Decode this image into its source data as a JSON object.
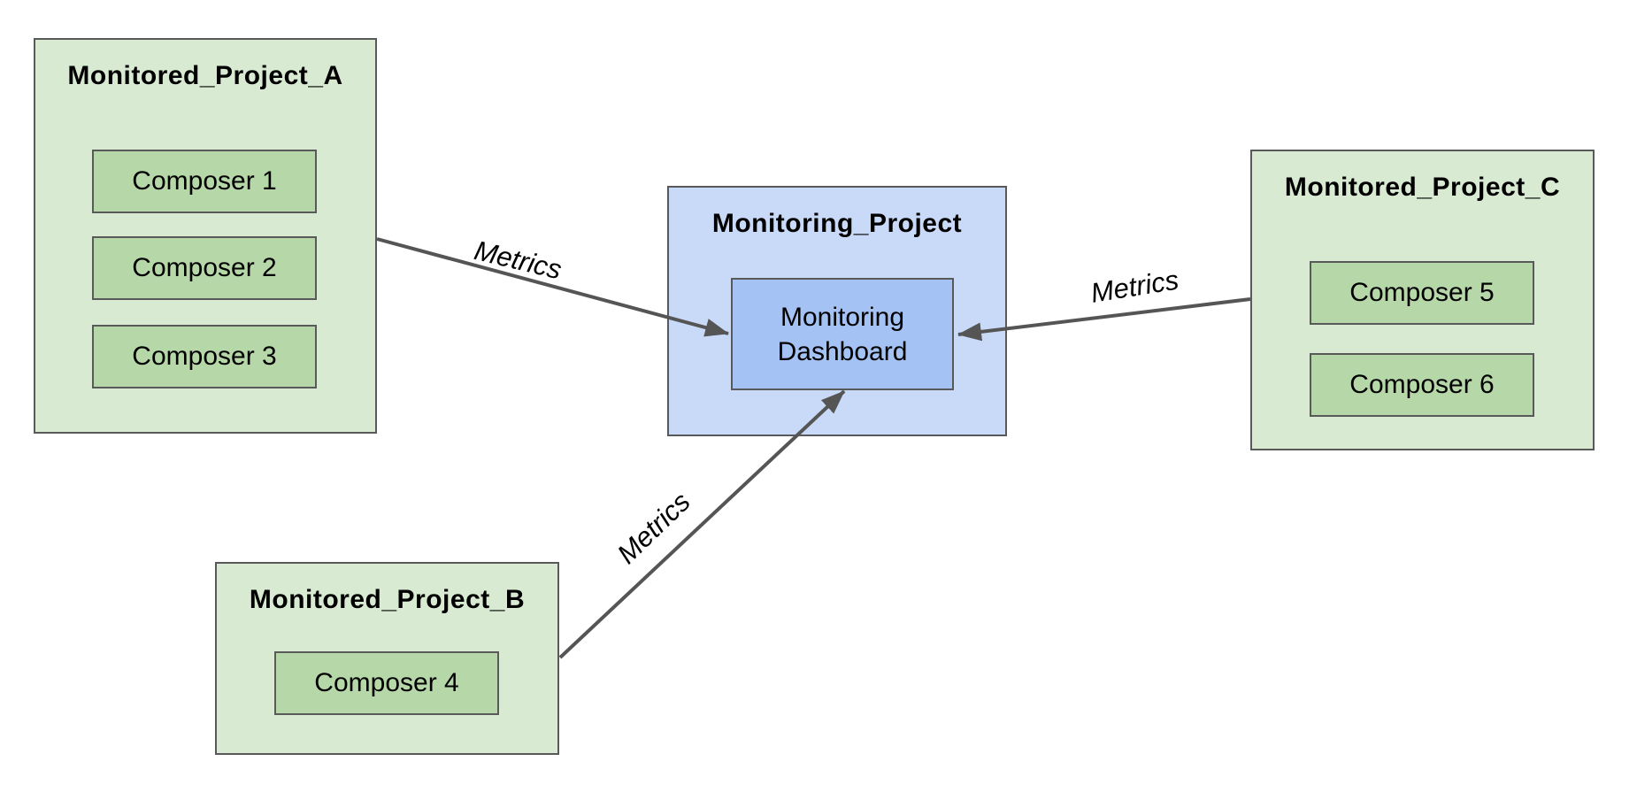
{
  "diagram": {
    "projects": [
      {
        "title": "Monitored_Project_A",
        "composers": [
          "Composer 1",
          "Composer 2",
          "Composer 3"
        ]
      },
      {
        "title": "Monitored_Project_B",
        "composers": [
          "Composer 4"
        ]
      },
      {
        "title": "Monitored_Project_C",
        "composers": [
          "Composer 5",
          "Composer 6"
        ]
      }
    ],
    "monitoring": {
      "title": "Monitoring_Project",
      "dashboard_label": "Monitoring Dashboard"
    },
    "arrows": [
      {
        "label": "Metrics",
        "from": "Monitored_Project_A",
        "to": "Monitoring Dashboard"
      },
      {
        "label": "Metrics",
        "from": "Monitored_Project_B",
        "to": "Monitoring Dashboard"
      },
      {
        "label": "Metrics",
        "from": "Monitored_Project_C",
        "to": "Monitoring Dashboard"
      }
    ],
    "colors": {
      "project_fill": "#d9ead3",
      "composer_fill": "#b6d7a8",
      "monitoring_fill": "#c9daf8",
      "dashboard_fill": "#a4c2f4",
      "border_gray": "#595959",
      "arrow_gray": "#555555",
      "text": "#000000"
    }
  }
}
